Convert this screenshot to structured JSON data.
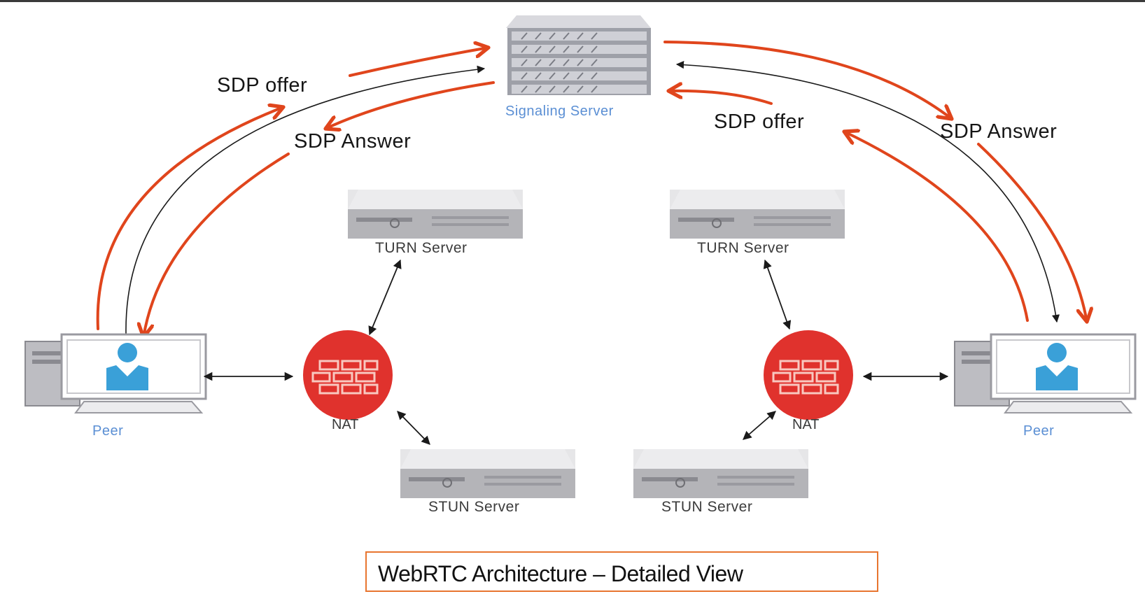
{
  "diagram": {
    "signaling_server": "Signaling Server",
    "left": {
      "sdp_offer": "SDP offer",
      "sdp_answer": "SDP Answer",
      "turn_server": "TURN Server",
      "stun_server": "STUN Server",
      "nat": "NAT",
      "peer": "Peer"
    },
    "right": {
      "sdp_offer": "SDP offer",
      "sdp_answer": "SDP Answer",
      "turn_server": "TURN Server",
      "stun_server": "STUN Server",
      "nat": "NAT",
      "peer": "Peer"
    }
  },
  "caption": "WebRTC Architecture  –  Detailed View",
  "colors": {
    "arrow_red": "#e0451c",
    "nat_red": "#e0322d",
    "label_blue": "#5b8fd4",
    "caption_border": "#e8752f"
  }
}
